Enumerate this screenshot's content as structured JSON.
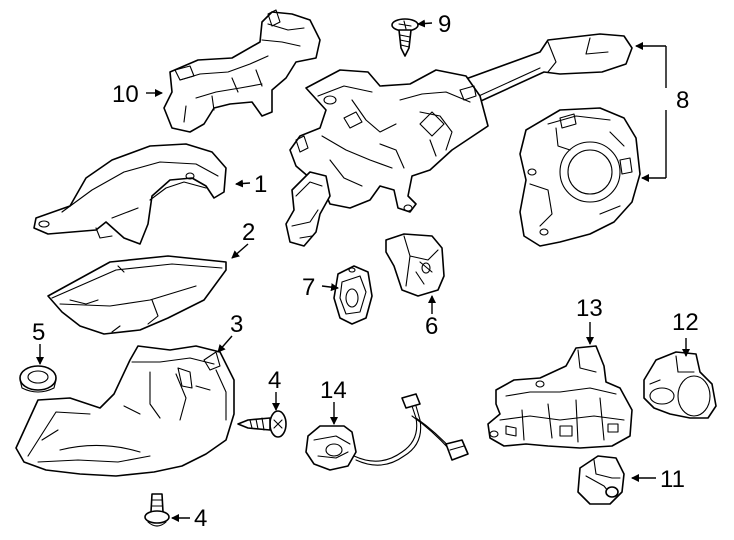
{
  "callouts": [
    {
      "id": "c1",
      "label": "1"
    },
    {
      "id": "c2",
      "label": "2"
    },
    {
      "id": "c3",
      "label": "3"
    },
    {
      "id": "c4a",
      "label": "4"
    },
    {
      "id": "c4b",
      "label": "4"
    },
    {
      "id": "c5",
      "label": "5"
    },
    {
      "id": "c6",
      "label": "6"
    },
    {
      "id": "c7",
      "label": "7"
    },
    {
      "id": "c8",
      "label": "8"
    },
    {
      "id": "c9",
      "label": "9"
    },
    {
      "id": "c10",
      "label": "10"
    },
    {
      "id": "c11",
      "label": "11"
    },
    {
      "id": "c12",
      "label": "12"
    },
    {
      "id": "c13",
      "label": "13"
    },
    {
      "id": "c14",
      "label": "14"
    }
  ],
  "colors": {
    "line": "#000000",
    "background": "#ffffff"
  }
}
